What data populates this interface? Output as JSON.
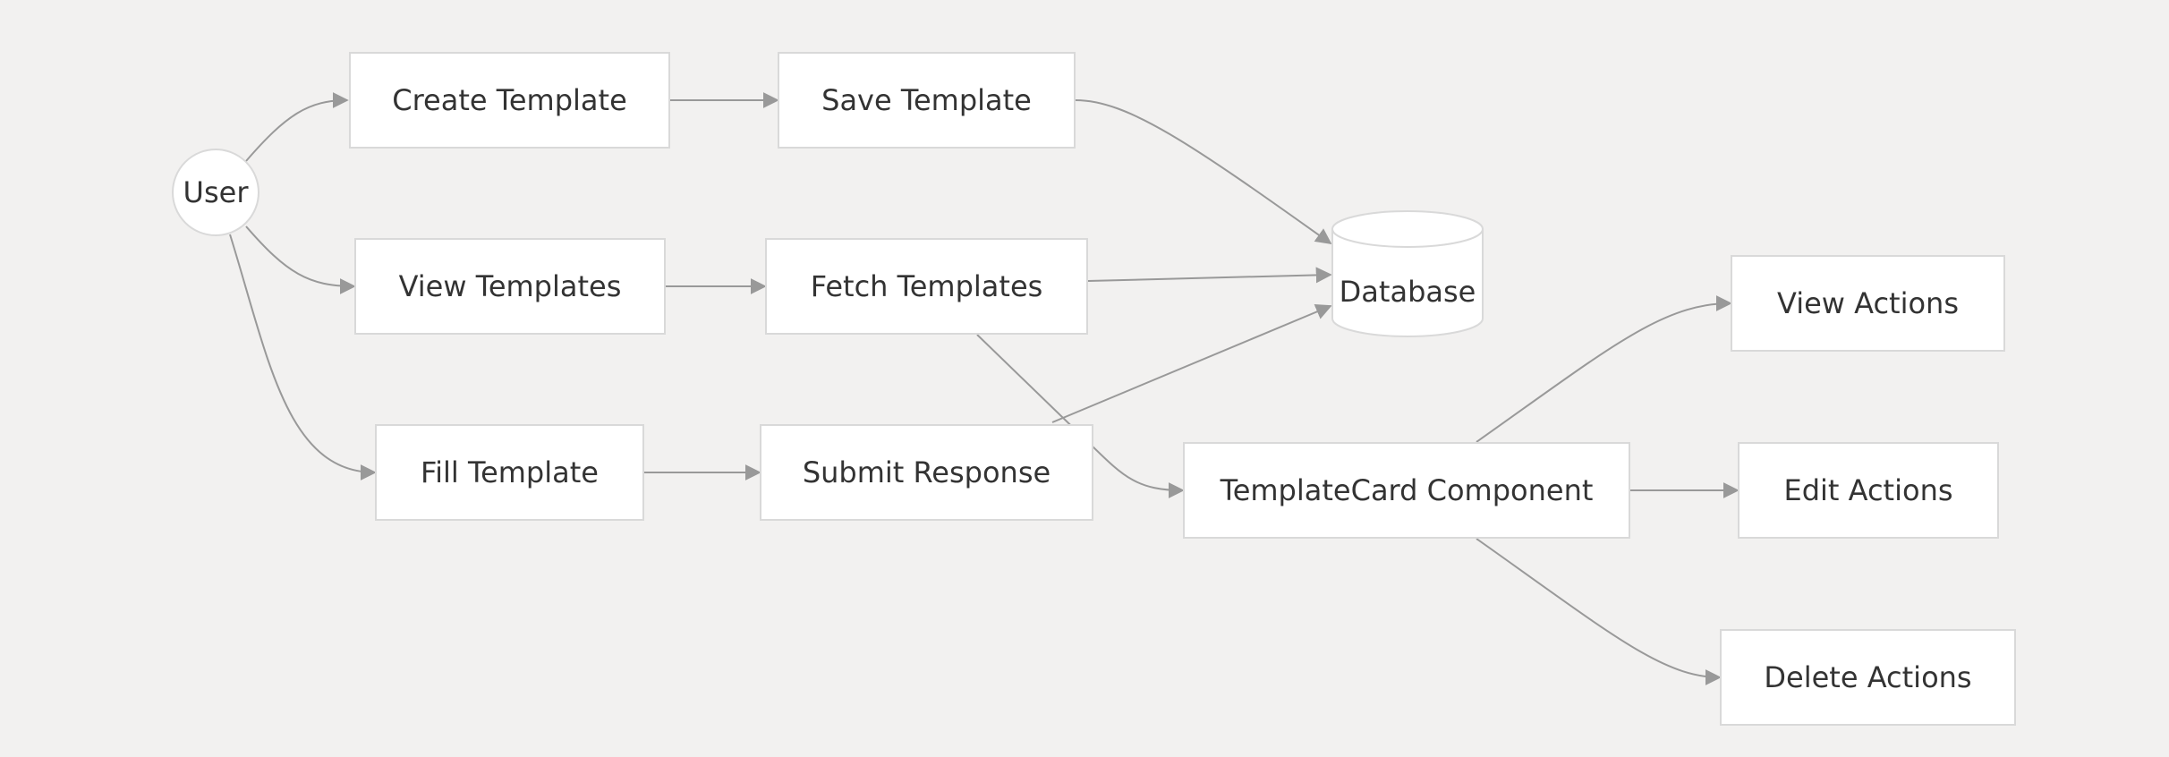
{
  "nodes": {
    "user": "User",
    "create_template": "Create Template",
    "save_template": "Save Template",
    "view_templates": "View Templates",
    "fetch_templates": "Fetch Templates",
    "fill_template": "Fill Template",
    "submit_response": "Submit Response",
    "database": "Database",
    "templatecard_component": "TemplateCard Component",
    "view_actions": "View Actions",
    "edit_actions": "Edit Actions",
    "delete_actions": "Delete Actions"
  },
  "edges": [
    [
      "user",
      "create_template"
    ],
    [
      "user",
      "view_templates"
    ],
    [
      "user",
      "fill_template"
    ],
    [
      "create_template",
      "save_template"
    ],
    [
      "view_templates",
      "fetch_templates"
    ],
    [
      "fill_template",
      "submit_response"
    ],
    [
      "save_template",
      "database"
    ],
    [
      "fetch_templates",
      "database"
    ],
    [
      "submit_response",
      "database"
    ],
    [
      "fetch_templates",
      "templatecard_component"
    ],
    [
      "templatecard_component",
      "view_actions"
    ],
    [
      "templatecard_component",
      "edit_actions"
    ],
    [
      "templatecard_component",
      "delete_actions"
    ]
  ],
  "colors": {
    "background": "#f2f1f0",
    "node_fill": "#ffffff",
    "node_border": "#d9d9d9",
    "edge": "#999999",
    "text": "#333333"
  }
}
